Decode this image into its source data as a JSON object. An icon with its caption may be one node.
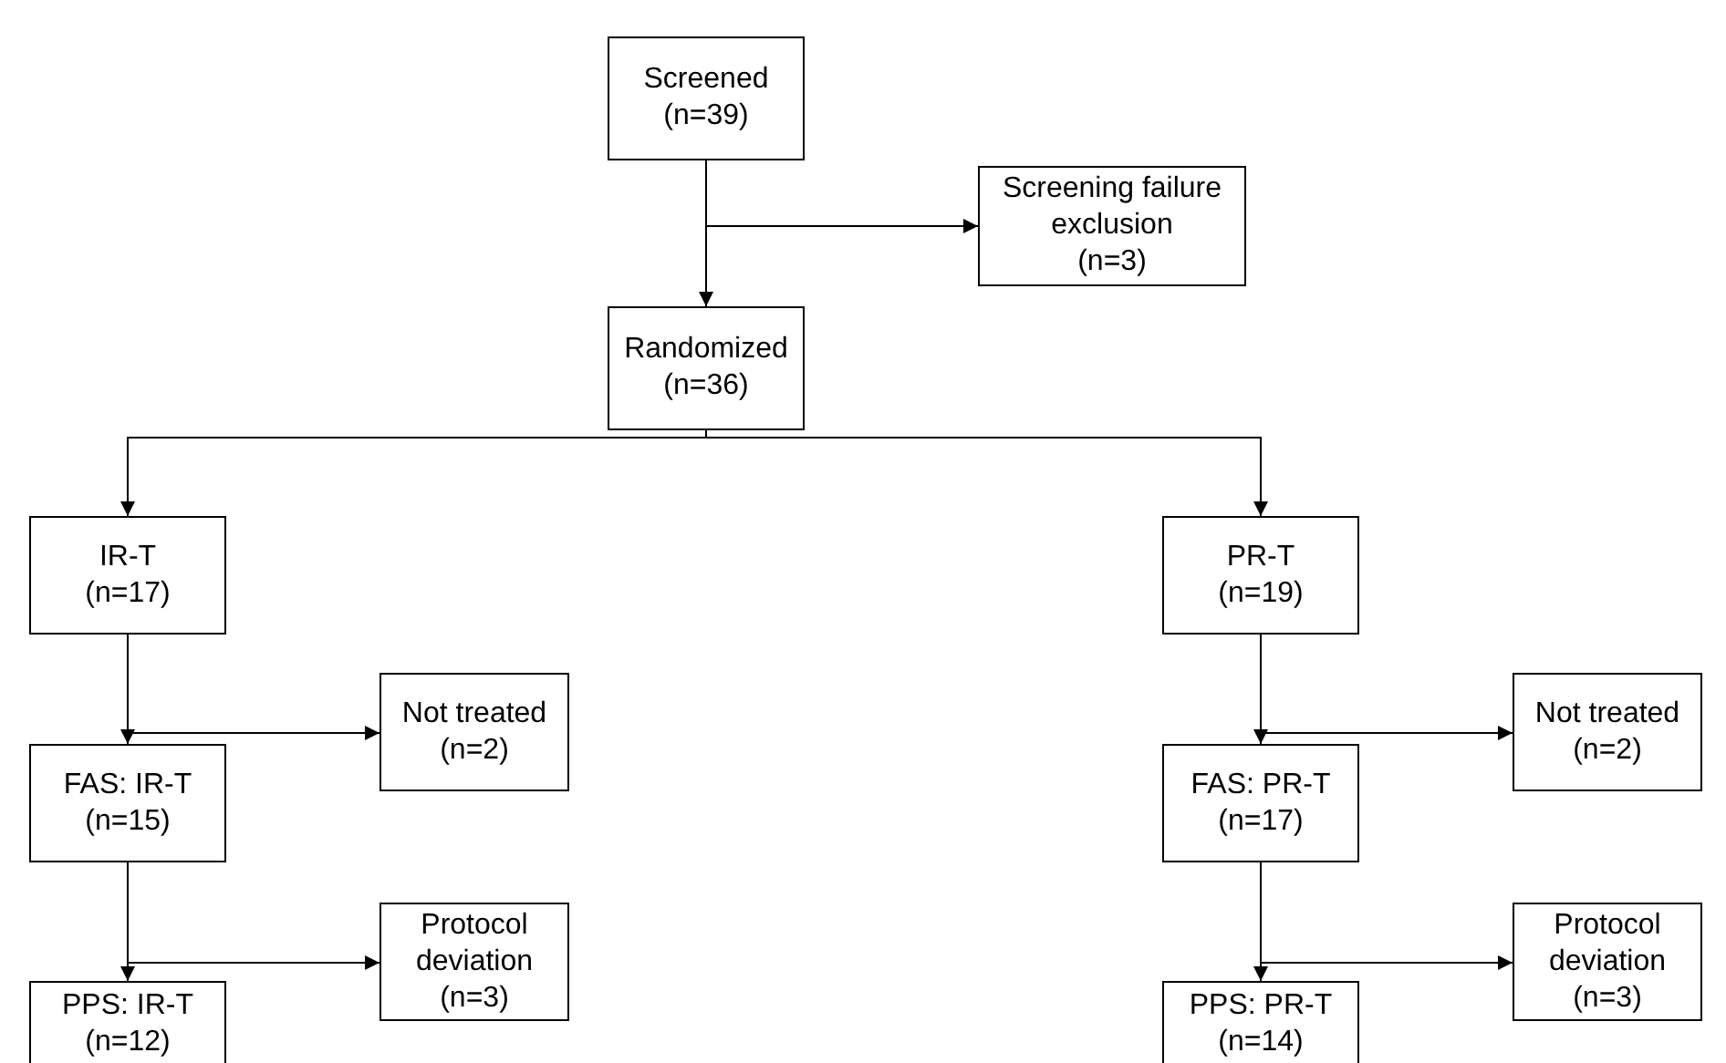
{
  "diagram": {
    "nodes": [
      {
        "text": [
          "Screened",
          "(n=39)"
        ]
      },
      {
        "text": [
          "Screening failure exclusion",
          "(n=3)"
        ]
      },
      {
        "text": [
          "Randomized",
          "(n=36)"
        ]
      },
      {
        "text": [
          "IR-T",
          "(n=17)"
        ]
      },
      {
        "text": [
          "Not treated",
          "(n=2)"
        ]
      },
      {
        "text": [
          "FAS: IR-T",
          "(n=15)"
        ]
      },
      {
        "text": [
          "Protocol deviation",
          "(n=3)"
        ]
      },
      {
        "text": [
          "PPS: IR-T",
          "(n=12)"
        ]
      },
      {
        "text": [
          "PR-T",
          "(n=19)"
        ]
      },
      {
        "text": [
          "Not treated",
          "(n=2)"
        ]
      },
      {
        "text": [
          "FAS: PR-T",
          "(n=17)"
        ]
      },
      {
        "text": [
          "Protocol deviation",
          "(n=3)"
        ]
      },
      {
        "text": [
          "PPS: PR-T",
          "(n=14)"
        ]
      }
    ],
    "edges": [
      {
        "from": 0,
        "to": 2,
        "arrow": "to"
      },
      {
        "from": 0,
        "to": 1,
        "arrow": "to"
      },
      {
        "from": 2,
        "to": 3,
        "arrow": "to"
      },
      {
        "from": 2,
        "to": 8,
        "arrow": "to"
      },
      {
        "from": 3,
        "to": 5,
        "arrow": "to"
      },
      {
        "from": 3,
        "to": 4,
        "arrow": "to"
      },
      {
        "from": 5,
        "to": 7,
        "arrow": "to"
      },
      {
        "from": 5,
        "to": 6,
        "arrow": "to"
      },
      {
        "from": 8,
        "to": 10,
        "arrow": "to"
      },
      {
        "from": 8,
        "to": 9,
        "arrow": "to"
      },
      {
        "from": 10,
        "to": 12,
        "arrow": "to"
      },
      {
        "from": 10,
        "to": 11,
        "arrow": "to"
      }
    ]
  }
}
